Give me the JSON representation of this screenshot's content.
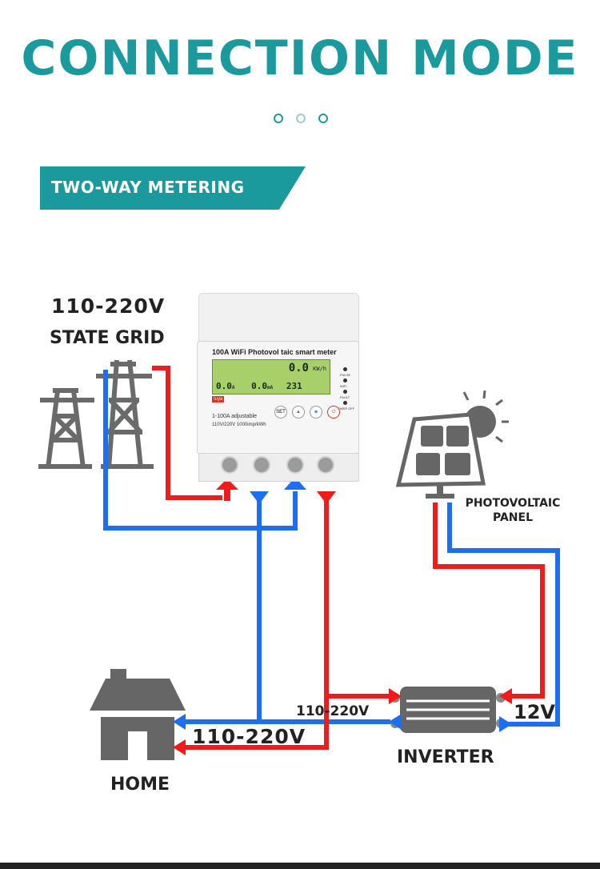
{
  "page": {
    "title": "CONNECTION MODE",
    "section_label": "TWO-WAY METERING"
  },
  "labels": {
    "grid_voltage": "110-220V",
    "grid_name": "STATE GRID",
    "pv_panel": "PHOTOVOLTAIC\nPANEL",
    "inverter": "INVERTER",
    "home": "HOME",
    "home_voltage": "110-220V",
    "inverter_ac_voltage": "110-220V",
    "dc_voltage": "12V"
  },
  "meter": {
    "title": "100A WiFi Photovol taic smart meter",
    "energy_value": "0.0",
    "energy_unit": "KW/h",
    "current_value": "0.0",
    "current_unit": "A",
    "power_value": "0.0",
    "power_unit": "mA",
    "voltage_value": "231",
    "spec_line1": "1-100A adjustable",
    "spec_line2": "110V/220V 1000imp/kWh",
    "brand": "tuya",
    "set_label": "SET",
    "indicators": [
      "PULSE",
      "WIFI",
      "FAULT",
      "POWER OFF"
    ]
  },
  "colors": {
    "accent": "#1a9a9c",
    "live_wire": "#f01c1c",
    "neutral_wire": "#1e6ef0",
    "icon_gray": "#666666"
  },
  "icons": [
    "power-tower-icon",
    "solar-panel-icon",
    "sun-icon",
    "house-icon",
    "inverter-icon",
    "smart-meter-image"
  ]
}
